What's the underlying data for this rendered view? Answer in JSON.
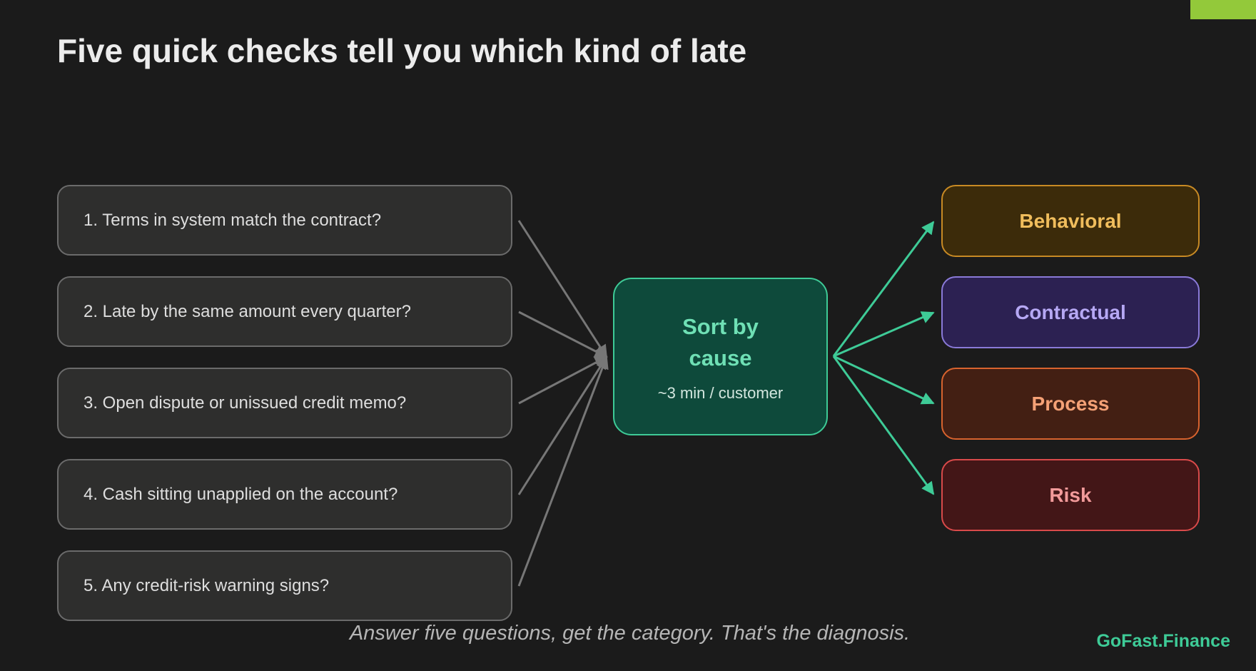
{
  "title": "Five quick checks tell you which kind of late",
  "checks": [
    {
      "label": "1. Terms in system match the contract?"
    },
    {
      "label": "2. Late by the same amount every quarter?"
    },
    {
      "label": "3. Open dispute or unissued credit memo?"
    },
    {
      "label": "4. Cash sitting unapplied on the account?"
    },
    {
      "label": "5. Any credit-risk warning signs?"
    }
  ],
  "hub": {
    "title": "Sort by cause",
    "subtitle": "~3 min / customer"
  },
  "categories": [
    {
      "label": "Behavioral",
      "color": "#c88a24"
    },
    {
      "label": "Contractual",
      "color": "#8a7ad8"
    },
    {
      "label": "Process",
      "color": "#d8632e"
    },
    {
      "label": "Risk",
      "color": "#d94a4a"
    }
  ],
  "caption": "Answer five questions, get the category. That's the diagnosis.",
  "brand": "GoFast.Finance",
  "colors": {
    "background": "#1b1b1b",
    "accent": "#93c93a",
    "hub_accent": "#3ecb97",
    "connector": "#777777"
  }
}
